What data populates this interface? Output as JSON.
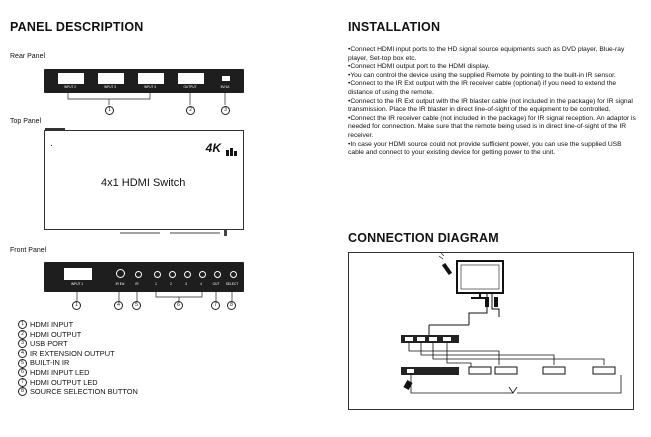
{
  "panel": {
    "title": "PANEL DESCRIPTION",
    "rear_label": "Rear Panel",
    "top_label": "Top Panel",
    "front_label": "Front Panel",
    "rear_ports": [
      "INPUT 2",
      "INPUT 3",
      "INPUT 4",
      "OUTPUT",
      "5V/1A"
    ],
    "top_text": "4x1 HDMI Switch",
    "top_badge": "4K",
    "front_ports": [
      "INPUT 1",
      "IR Ext",
      "IR",
      "1",
      "2",
      "3",
      "4",
      "OUT",
      "SELECT"
    ],
    "callouts": [
      "1",
      "2",
      "3",
      "4",
      "5",
      "6",
      "7",
      "8"
    ]
  },
  "legend": [
    {
      "num": "1",
      "text": "HDMI INPUT"
    },
    {
      "num": "2",
      "text": "HDMI OUTPUT"
    },
    {
      "num": "3",
      "text": "USB PORT"
    },
    {
      "num": "4",
      "text": "IR EXTENSION OUTPUT"
    },
    {
      "num": "5",
      "text": "BUILT-IN IR"
    },
    {
      "num": "6",
      "text": "HDMI INPUT LED"
    },
    {
      "num": "7",
      "text": "HDMI OUTPUT LED"
    },
    {
      "num": "8",
      "text": "SOURCE SELECTION BUTTON"
    }
  ],
  "installation": {
    "title": "INSTALLATION",
    "items": [
      "•Connect HDMI input ports to the HD signal source equipments such as DVD player, Blue-ray player, Set-top box etc.",
      "•Connect HDMI output port to the HDMI display.",
      "•You can control the device using the supplied Remote by pointing to the built-in IR sensor.",
      "•Connect to the IR Ext output with the IR receiver cable (optional) if you need to extend the distance of using the remote.",
      "•Connect to the IR Ext output with the IR blaster cable (not included in the package) for IR signal transmission. Place the IR blaster in direct line-of-sight of the equipment to be controlled.",
      "•Connect the IR receiver cable (not included in the package) for IR signal reception. An adaptor is needed for connection. Make sure that the remote being used is in direct line-of-sight of the IR receiver.",
      "•In case your HDMI source could not provide sufficient power, you can use the supplied USB cable and connect to your existing device for getting power to the unit."
    ]
  },
  "connection": {
    "title": "CONNECTION DIAGRAM"
  }
}
